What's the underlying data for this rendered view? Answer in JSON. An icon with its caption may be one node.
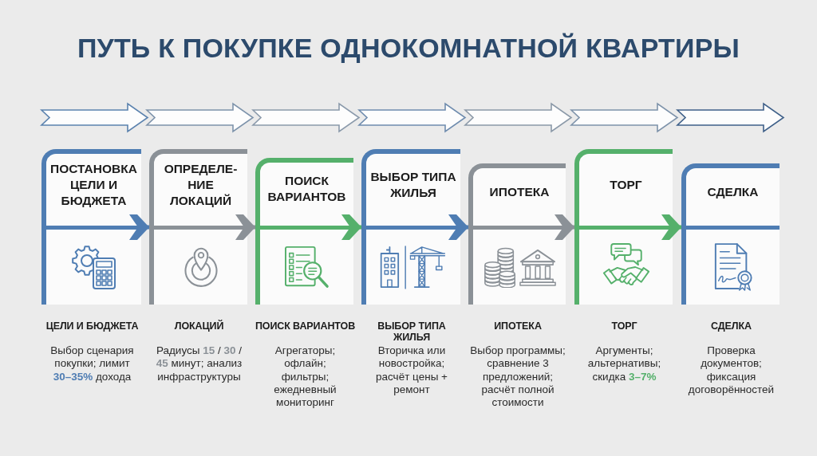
{
  "diagram": {
    "title": "ПУТЬ К ПОКУПКЕ ОДНОКОМНАТНОЙ КВАРТИРЫ",
    "nodes": [
      {
        "text": [
          "ПОСТАНОВКА ЦЕЛИ И БЮДЖЕТА"
        ],
        "beside": [
          "ЦЕЛИ И БЮДЖЕТА",
          "Выбор сценария покупки; лимит **30–35%** дохода"
        ]
      },
      {
        "text": [
          "ОПРЕДЕЛЕ- НИЕ ЛОКАЦИЙ"
        ],
        "beside": [
          "ЛОКАЦИЙ",
          "Радиусы **15** / **30** / **45** минут; анализ инфраструктуры"
        ]
      },
      {
        "text": [
          "ПОИСК ВАРИАНТОВ"
        ],
        "beside": [
          "ПОИСК ВАРИАНТОВ",
          "Агрегаторы; офлайн; фильтры; ежедневный мониторинг"
        ]
      },
      {
        "text": [
          "ВЫБОР ТИПА ЖИЛЬЯ"
        ],
        "beside": [
          "ВЫБОР ТИПА ЖИЛЬЯ",
          "Вторичка или новостройка; расчёт цены + ремонт"
        ]
      },
      {
        "text": [
          "ИПОТЕКА"
        ],
        "beside": [
          "ИПОТЕКА",
          "Выбор программы; сравнение 3 предложений; расчёт полной стоимости"
        ]
      },
      {
        "text": [
          "ТОРГ"
        ],
        "beside": [
          "ТОРГ",
          "Аргументы; альтернативы; скидка **3–7%**"
        ]
      },
      {
        "text": [
          "СДЕЛКА"
        ],
        "beside": [
          "СДЕЛКА",
          "Проверка документов; фиксация договорённостей"
        ]
      }
    ],
    "edges": [
      {
        "from": 0,
        "to": 1,
        "arrow": "to",
        "color": "#4f7db3"
      },
      {
        "from": 1,
        "to": 2,
        "arrow": "to",
        "color": "#8b9197"
      },
      {
        "from": 2,
        "to": 3,
        "arrow": "to",
        "color": "#55b06b"
      },
      {
        "from": 3,
        "to": 4,
        "arrow": "to",
        "color": "#4f7db3"
      },
      {
        "from": 4,
        "to": 5,
        "arrow": "to",
        "color": "#8b9197"
      },
      {
        "from": 5,
        "to": 6,
        "arrow": "to",
        "color": "#55b06b"
      }
    ]
  }
}
